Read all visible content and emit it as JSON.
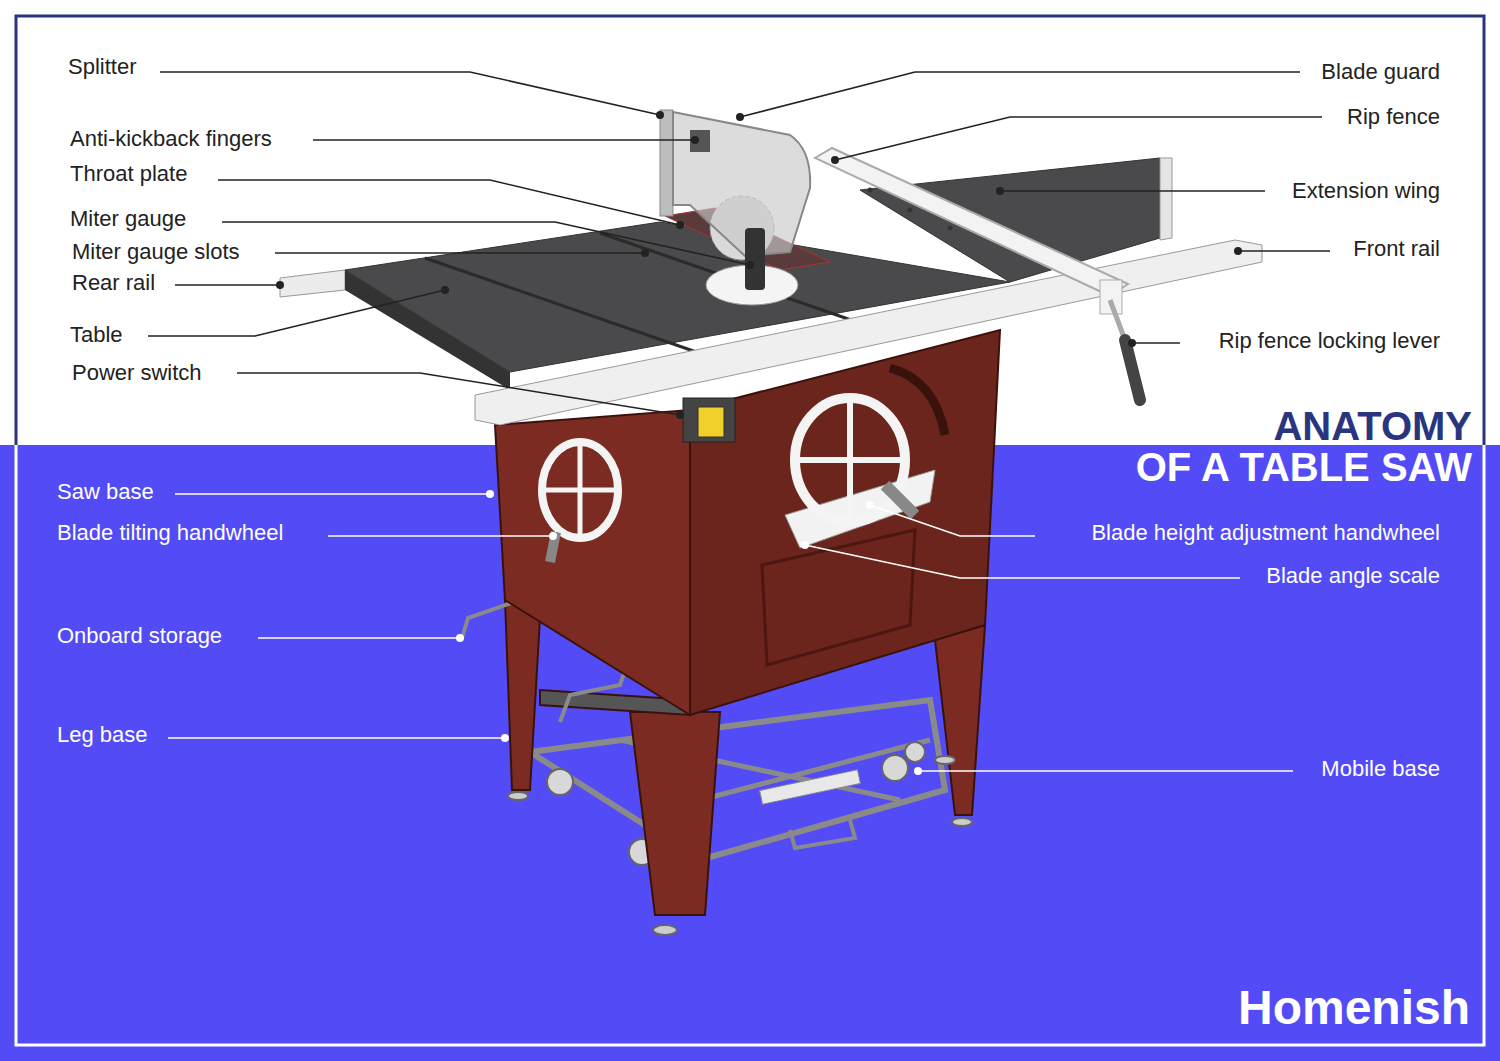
{
  "diagram": {
    "title": "ANATOMY",
    "labels": [
      "Splitter",
      "Anti-kickback fingers",
      "Throat plate",
      "Miter gauge",
      "Miter gauge slots",
      "Rear rail",
      "Table",
      "Power switch",
      "Blade guard",
      "Rip fence",
      "Extension wing",
      "Front rail",
      "Rip fence locking lever",
      "Saw base",
      "Blade tilting handwheel",
      "Onboard storage",
      "Leg base",
      "Blade height adjustment handwheel",
      "Blade angle scale",
      "Mobile base",
      "OF A TABLE SAW",
      "Homenish"
    ]
  }
}
